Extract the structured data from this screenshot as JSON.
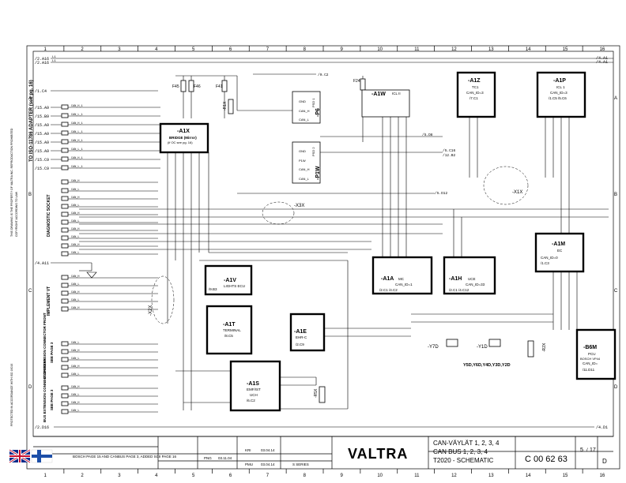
{
  "columns": [
    "1",
    "2",
    "3",
    "4",
    "5",
    "6",
    "7",
    "8",
    "9",
    "10",
    "11",
    "12",
    "13",
    "14",
    "15",
    "16"
  ],
  "rows": [
    "A",
    "B",
    "C",
    "D"
  ],
  "side_label": "TO ISO-11786 ADAPTER (see pg. 16)",
  "left_sockets": {
    "diagnostic": "DIAGNOSTIC SOCKET",
    "implement": "IMPLEMENT VT",
    "bus_front": "BUS EXTENSION CONNECTOR FRONT",
    "bus_rear": "BUS EXTENSION CONNECTOR REAR",
    "see_page3": "SEE PAGE 3"
  },
  "refs_left": [
    "/2.A16",
    "/2.A16",
    "/1.C4",
    "/15.A9",
    "/15.B9",
    "/15.A9",
    "/15.A9",
    "/15.A9",
    "/15.A9",
    "/15.C9",
    "/15.C9",
    "/4.A11",
    "/2.D16"
  ],
  "refs_right": [
    "/4.A1",
    "/4.A1",
    "/4.D1"
  ],
  "components": {
    "a1x": {
      "id": "-A1X",
      "name": "BRIDGE (Mirror)",
      "note": "(if OC see pg. 16)"
    },
    "p6": {
      "id": "-P6",
      "name": "PSD 1"
    },
    "p1w": {
      "id": "-P1W",
      "name": "PSD 2"
    },
    "a1w": {
      "id": "-A1W",
      "name": "ICL II"
    },
    "a1z": {
      "id": "-A1Z",
      "name": "TC1",
      "addr": "CAN_ID=3",
      "ref": "/7.C1"
    },
    "a1p": {
      "id": "-A1P",
      "name": "ICL 1",
      "addr": "CAN_ID=3",
      "ref": "/1.C5  /5.C6"
    },
    "a1m": {
      "id": "-A1M",
      "name": "EC",
      "addr": "CAN_ID=0",
      "ref": "/1.C3"
    },
    "a1a": {
      "id": "-A1A",
      "name": "MC",
      "addr": "CAN_ID=1",
      "ref": "/2.C1  /4.C2"
    },
    "a1h": {
      "id": "-A1H",
      "name": "UCE",
      "addr": "CAN_ID=33",
      "ref": "/2.C1  /4.C12"
    },
    "a1v": {
      "id": "-A1V",
      "name": "LIGHTS ECU",
      "ref": "/9.B3"
    },
    "a1t": {
      "id": "-A1T",
      "name": "TERMINAL",
      "ref": "/8.C5"
    },
    "a1e": {
      "id": "-A1E",
      "name": "EHR-C",
      "ref": "/2.C9"
    },
    "a1s": {
      "id": "-A1S",
      "name": "EMF/IST",
      "sub": "UCH",
      "ref": "/6.C2"
    },
    "b6m": {
      "id": "-B6M",
      "name": "PCU",
      "sub": "BOSCH VP44",
      "addr": "CAN_ID=",
      "ref": "/11.D11"
    },
    "x1x": {
      "id": "-X1X"
    },
    "x2x": {
      "id": "-X2X"
    },
    "x3x": {
      "id": "-X3X"
    },
    "f45": {
      "id": "F45"
    },
    "f46": {
      "id": "F46"
    },
    "f41": {
      "id": "F41"
    },
    "f24": {
      "id": "F24"
    },
    "r1x": {
      "id": "-R1X"
    },
    "r5x": {
      "id": "-R5X"
    },
    "y7d": {
      "id": "-Y7D"
    },
    "y1d": {
      "id": "-Y1D"
    },
    "r2x": {
      "id": "-R2X"
    },
    "valves": "Y5D,Y6D,Y4D,Y3D,Y2D"
  },
  "signals": {
    "can_h": "CAN_H",
    "can_l": "CAN_L",
    "can_h1": "CAN_H_1",
    "can_l1": "CAN_L_1",
    "gnd": "GND"
  },
  "title_block": {
    "brand": "VALTRA",
    "title_line1": "CAN-VÄYLÄT 1, 2, 3, 4",
    "title_line2": "CAN BUS 1, 2, 3, 4",
    "title_line3": "T2020 - SCHEMATIC",
    "drawing_no": "C 00 62 63",
    "sheet": "5",
    "sheets": "17",
    "revision": "D",
    "mod_note": "BOSCH PAGE 15 AND CANBUS PAGE 3, ADDED SCII PAGE 16",
    "series": "S SERIES",
    "drawn_by": "KRI",
    "date1": "03.04.14",
    "checked": "PMU",
    "date2": "03.04.14",
    "approved": "PNG",
    "date3": "03.11.04"
  }
}
